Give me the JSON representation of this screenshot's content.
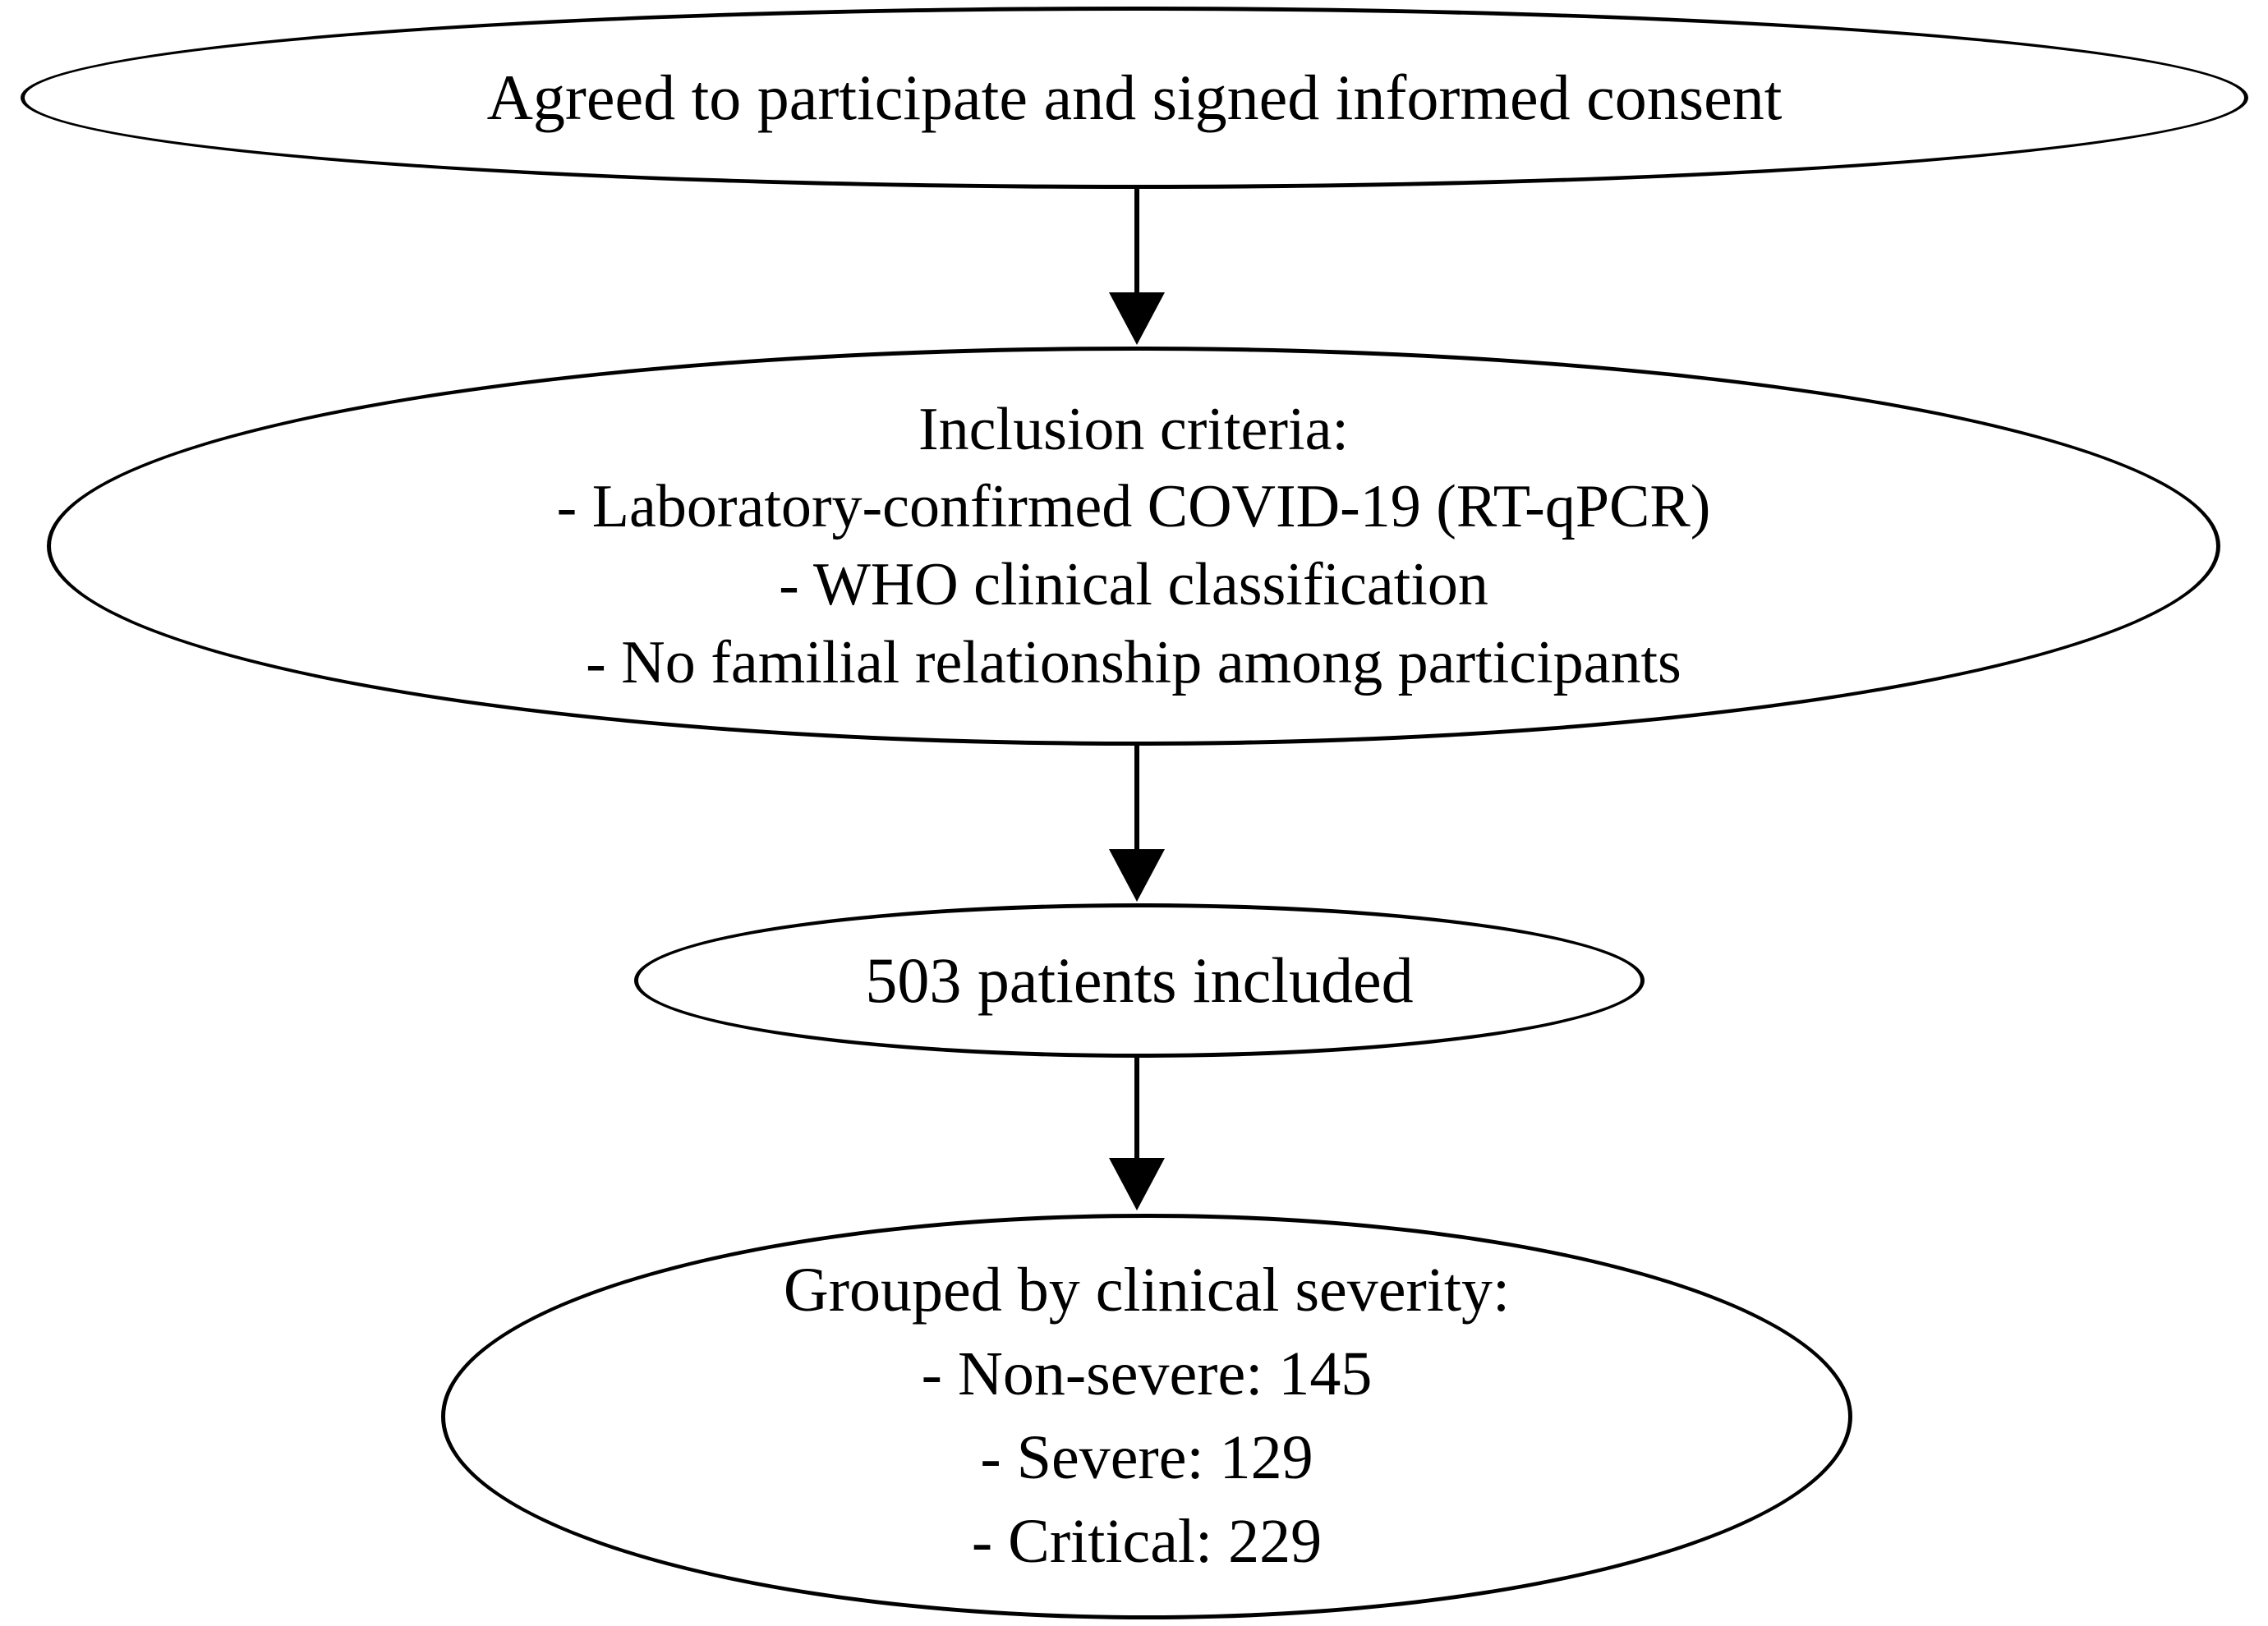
{
  "diagram": {
    "type": "flowchart",
    "colors": {
      "stroke": "#000000",
      "text": "#000000",
      "background": "#ffffff"
    },
    "nodes": [
      {
        "id": "consent",
        "shape": "ellipse",
        "lines": [
          "Agreed to participate and signed informed consent"
        ]
      },
      {
        "id": "inclusion-criteria",
        "shape": "ellipse",
        "lines": [
          "Inclusion criteria:",
          "- Laboratory-confirmed COVID-19 (RT-qPCR)",
          "- WHO clinical classification",
          "- No familial relationship among participants"
        ]
      },
      {
        "id": "patients-included",
        "shape": "ellipse",
        "lines": [
          "503 patients included"
        ]
      },
      {
        "id": "severity-groups",
        "shape": "ellipse",
        "lines": [
          "Grouped by clinical severity:",
          "- Non-severe: 145",
          "- Severe: 129",
          "- Critical: 229"
        ]
      }
    ],
    "edges": [
      {
        "from": "consent",
        "to": "inclusion-criteria",
        "style": "solid-arrow-down"
      },
      {
        "from": "inclusion-criteria",
        "to": "patients-included",
        "style": "solid-arrow-down"
      },
      {
        "from": "patients-included",
        "to": "severity-groups",
        "style": "solid-arrow-down"
      }
    ]
  }
}
